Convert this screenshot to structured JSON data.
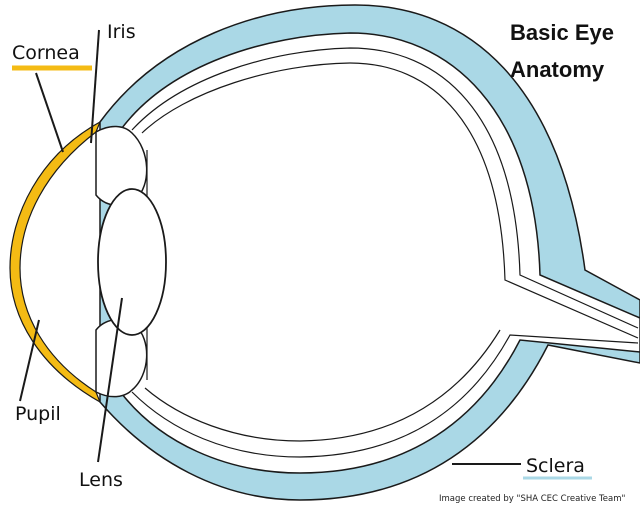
{
  "diagram": {
    "title_line1": "Basic Eye",
    "title_line2": "Anatomy",
    "labels": {
      "cornea": "Cornea",
      "iris": "Iris",
      "pupil": "Pupil",
      "lens": "Lens",
      "sclera": "Sclera"
    },
    "credit": "Image created by \"SHA CEC Creative Team\"",
    "colors": {
      "sclera": "#aad8e6",
      "cornea": "#f4bb14",
      "outline": "#1a1a1a",
      "background": "#ffffff"
    }
  }
}
